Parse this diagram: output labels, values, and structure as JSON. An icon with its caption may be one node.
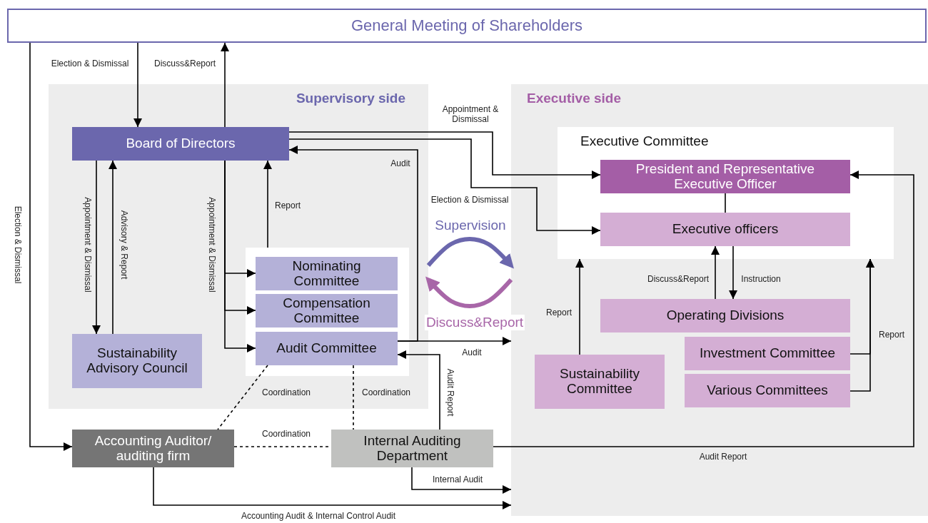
{
  "diagram": {
    "nodes": [
      {
        "text": [
          "General Meeting of Shareholders"
        ]
      },
      {
        "text": [
          "Supervisory side"
        ]
      },
      {
        "text": [
          "Board of Directors"
        ],
        "in": 1
      },
      {
        "text": [
          "Sustainability Advisory Council"
        ],
        "in": 1
      },
      {
        "text": [],
        "shape": "box",
        "in": 1
      },
      {
        "text": [
          "Nominating Committee"
        ],
        "in": 4
      },
      {
        "text": [
          "Compensation Committee"
        ],
        "in": 4
      },
      {
        "text": [
          "Audit Committee"
        ],
        "in": 4
      },
      {
        "text": [
          "Executive side"
        ]
      },
      {
        "text": [
          "Executive Committee"
        ],
        "in": 8
      },
      {
        "text": [
          "President and Representative Executive Officer"
        ],
        "in": 9
      },
      {
        "text": [
          "Executive officers"
        ],
        "in": 9
      },
      {
        "text": [
          "Operating Divisions"
        ],
        "in": 8
      },
      {
        "text": [
          "Sustainability Committee"
        ],
        "in": 8
      },
      {
        "text": [
          "Investment Committee"
        ],
        "in": 8
      },
      {
        "text": [
          "Various Committees"
        ],
        "in": 8
      },
      {
        "text": [
          "Accounting Auditor/ auditing firm"
        ]
      },
      {
        "text": [
          "Internal Auditing Department"
        ]
      }
    ],
    "edges": [
      {
        "from": 0,
        "to": 2,
        "arrow": "to",
        "label": "Election & Dismissal"
      },
      {
        "from": 2,
        "to": 0,
        "arrow": "to",
        "label": "Discuss&Report"
      },
      {
        "from": 0,
        "to": 16,
        "arrow": "to",
        "label": "Election & Dismissal"
      },
      {
        "from": 2,
        "to": 3,
        "arrow": "to",
        "label": "Appointment & Dismissal"
      },
      {
        "from": 3,
        "to": 2,
        "arrow": "to",
        "label": "Advisory & Report"
      },
      {
        "from": 2,
        "to": 5,
        "arrow": "to",
        "label": "Appointment & Dismissal"
      },
      {
        "from": 2,
        "to": 6,
        "arrow": "to"
      },
      {
        "from": 2,
        "to": 7,
        "arrow": "to"
      },
      {
        "from": 4,
        "to": 2,
        "arrow": "to",
        "label": "Report"
      },
      {
        "from": 7,
        "to": 2,
        "arrow": "to",
        "label": "Audit"
      },
      {
        "from": 7,
        "to": 8,
        "arrow": "to",
        "label": "Audit"
      },
      {
        "from": 2,
        "to": 10,
        "arrow": "to",
        "label": "Appointment & Dismissal"
      },
      {
        "from": 2,
        "to": 11,
        "arrow": "to",
        "label": "Election & Dismissal"
      },
      {
        "from": 10,
        "to": 11,
        "arrow": "none"
      },
      {
        "from": 12,
        "to": 11,
        "arrow": "to",
        "label": "Discuss&Report"
      },
      {
        "from": 11,
        "to": 12,
        "arrow": "to",
        "label": "Instruction"
      },
      {
        "from": 13,
        "to": 9,
        "arrow": "to",
        "label": "Report"
      },
      {
        "from": 14,
        "to": 9,
        "arrow": "to",
        "label": "Report"
      },
      {
        "from": 15,
        "to": 9,
        "arrow": "to"
      },
      {
        "from": 17,
        "to": 10,
        "arrow": "to",
        "label": "Audit Report"
      },
      {
        "from": 17,
        "to": 7,
        "arrow": "to",
        "label": "Audit Report"
      },
      {
        "from": 7,
        "to": 16,
        "arrow": "none",
        "style": "dashed",
        "label": "Coordination"
      },
      {
        "from": 7,
        "to": 17,
        "arrow": "none",
        "style": "dashed",
        "label": "Coordination"
      },
      {
        "from": 16,
        "to": 17,
        "arrow": "none",
        "style": "dashed",
        "label": "Coordination"
      },
      {
        "from": 17,
        "to": 8,
        "arrow": "to",
        "label": "Internal Audit"
      },
      {
        "from": 16,
        "to": 8,
        "arrow": "to",
        "label": "Accounting Audit & Internal Control Audit"
      },
      {
        "from": 1,
        "to": 8,
        "arrow": "to",
        "label": "Supervision",
        "style": "thick",
        "color": "#6b67ad"
      },
      {
        "from": 8,
        "to": 1,
        "arrow": "to",
        "label": "Discuss&Report",
        "style": "thick",
        "color": "#a866a8"
      }
    ]
  }
}
